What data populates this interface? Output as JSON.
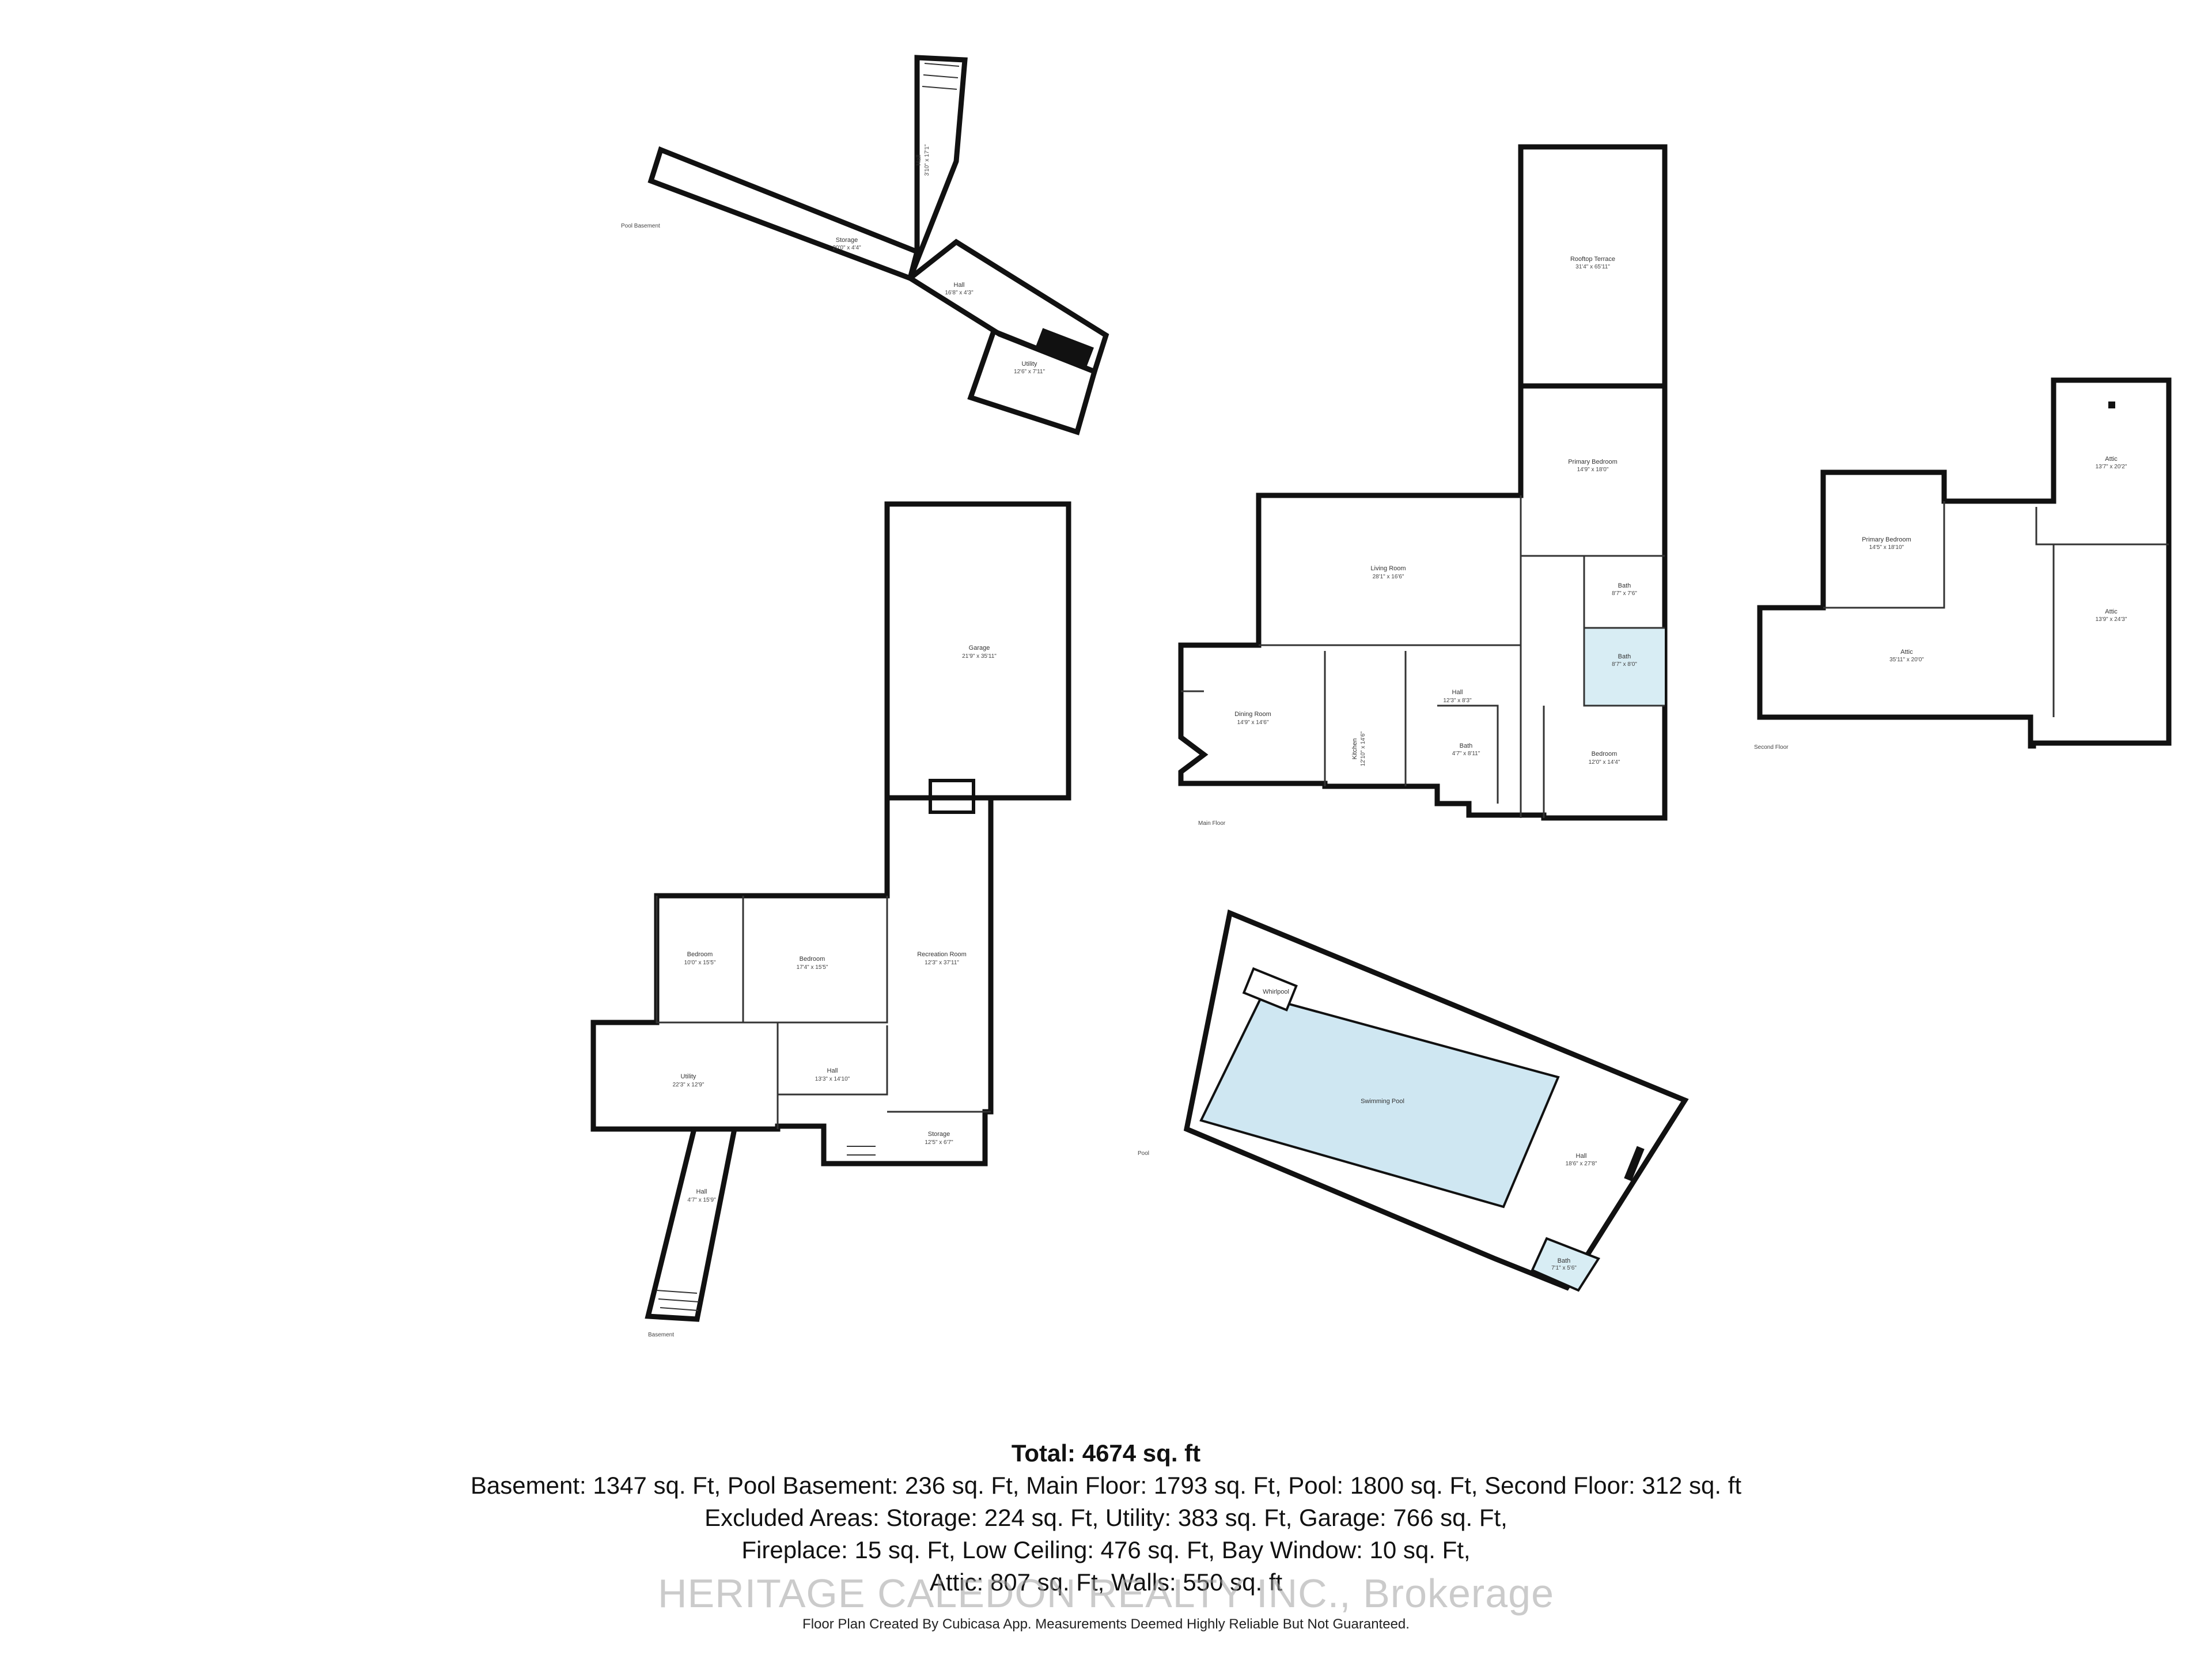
{
  "floors": {
    "pool_basement": "Pool Basement",
    "basement": "Basement",
    "main_floor": "Main Floor",
    "second_floor": "Second Floor",
    "pool": "Pool"
  },
  "rooms": {
    "pb_storage": {
      "name": "Storage",
      "dim": "20'0\" x 4'4\""
    },
    "pb_hall_upper": {
      "name": "Hall",
      "dim": "3'10\" x 17'1\""
    },
    "pb_hall": {
      "name": "Hall",
      "dim": "16'8\" x 4'3\""
    },
    "pb_utility": {
      "name": "Utility",
      "dim": "12'6\" x 7'11\""
    },
    "garage": {
      "name": "Garage",
      "dim": "21'9\" x 35'11\""
    },
    "rec_room": {
      "name": "Recreation Room",
      "dim": "12'3\" x 37'11\""
    },
    "bsmt_bedroom1": {
      "name": "Bedroom",
      "dim": "10'0\" x 15'5\""
    },
    "bsmt_bedroom2": {
      "name": "Bedroom",
      "dim": "17'4\" x 15'5\""
    },
    "bsmt_utility": {
      "name": "Utility",
      "dim": "22'3\" x 12'9\""
    },
    "bsmt_hall": {
      "name": "Hall",
      "dim": "13'3\" x 14'10\""
    },
    "bsmt_storage": {
      "name": "Storage",
      "dim": "12'5\" x 6'7\""
    },
    "bsmt_hall2": {
      "name": "Hall",
      "dim": "4'7\" x 15'9\""
    },
    "rooftop": {
      "name": "Rooftop Terrace",
      "dim": "31'4\" x 65'11\""
    },
    "primary_bedroom_main": {
      "name": "Primary Bedroom",
      "dim": "14'9\" x 18'0\""
    },
    "living_room": {
      "name": "Living Room",
      "dim": "28'1\" x 16'6\""
    },
    "dining_room": {
      "name": "Dining Room",
      "dim": "14'9\" x 14'6\""
    },
    "kitchen": {
      "name": "Kitchen",
      "dim": "12'10\" x 14'6\""
    },
    "main_hall": {
      "name": "Hall",
      "dim": "12'3\" x 8'3\""
    },
    "bath1": {
      "name": "Bath",
      "dim": "8'7\" x 7'6\""
    },
    "bath2": {
      "name": "Bath",
      "dim": "8'7\" x 8'0\""
    },
    "bath3": {
      "name": "Bath",
      "dim": "4'7\" x 8'11\""
    },
    "main_bedroom": {
      "name": "Bedroom",
      "dim": "12'0\" x 14'4\""
    },
    "second_primary": {
      "name": "Primary Bedroom",
      "dim": "14'5\" x 18'10\""
    },
    "attic1": {
      "name": "Attic",
      "dim": "13'7\" x 20'2\""
    },
    "attic2": {
      "name": "Attic",
      "dim": "35'11\" x 20'0\""
    },
    "attic3": {
      "name": "Attic",
      "dim": "13'9\" x 24'3\""
    },
    "whirlpool": {
      "name": "Whirlpool"
    },
    "swimming_pool": {
      "name": "Swimming Pool"
    },
    "pool_hall": {
      "name": "Hall",
      "dim": "18'6\" x 27'8\""
    },
    "pool_bath": {
      "name": "Bath",
      "dim": "7'1\" x 5'6\""
    }
  },
  "summary": {
    "total": "Total: 4674 sq. ft",
    "line1": "Basement: 1347 sq. Ft, Pool Basement: 236 sq. Ft, Main Floor: 1793 sq. Ft, Pool: 1800 sq. Ft, Second Floor: 312 sq. ft",
    "line2": "Excluded Areas: Storage: 224 sq. Ft, Utility: 383 sq. Ft, Garage: 766 sq. Ft,",
    "line3": "Fireplace: 15 sq. Ft, Low Ceiling: 476 sq. Ft, Bay Window: 10 sq. Ft,",
    "line4": "Attic: 807 sq. Ft, Walls: 550 sq. ft"
  },
  "watermark": "HERITAGE CALEDON REALTY INC., Brokerage",
  "credit": "Floor Plan Created By Cubicasa App. Measurements Deemed Highly Reliable But Not Guaranteed.",
  "colors": {
    "water": "#cfe7f2",
    "wall": "#111111"
  }
}
